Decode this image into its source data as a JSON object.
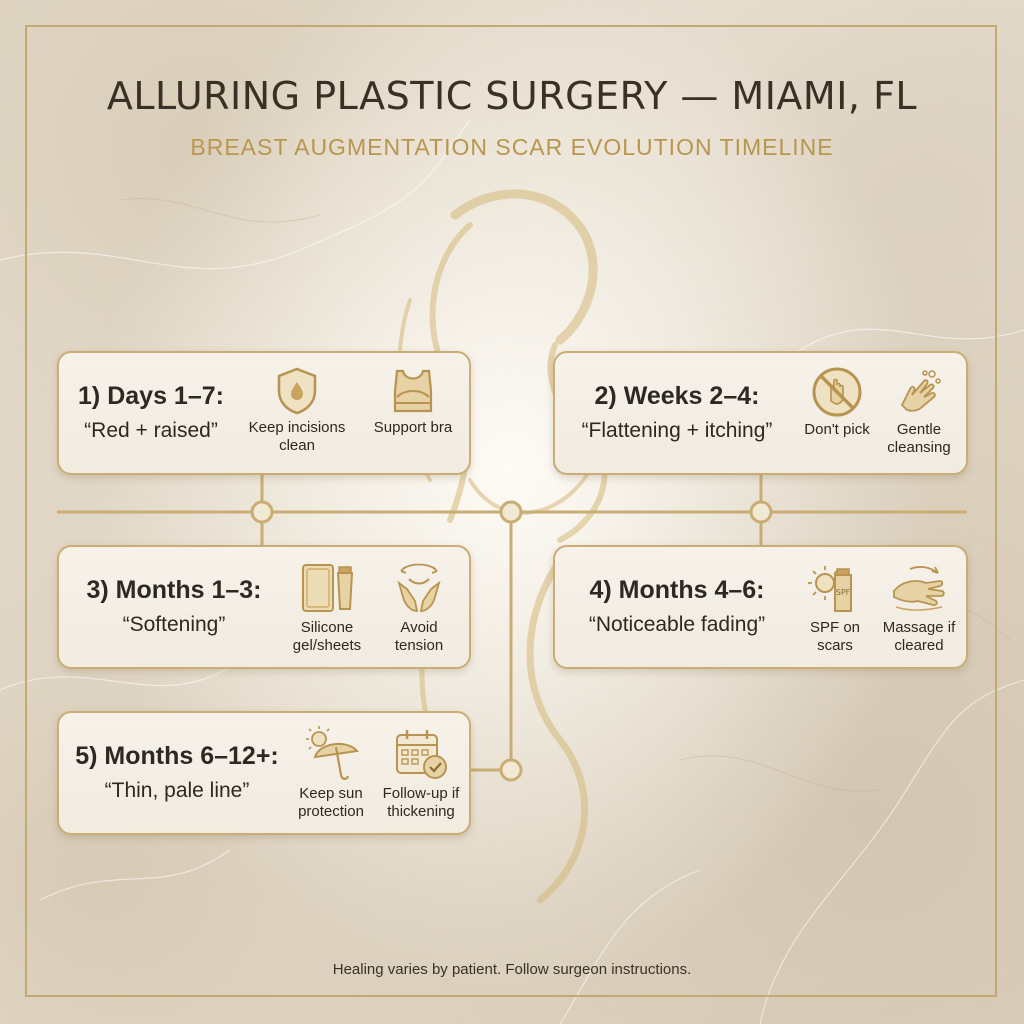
{
  "header": {
    "title": "ALLURING PLASTIC SURGERY — MIAMI, FL",
    "subtitle": "BREAST AUGMENTATION SCAR EVOLUTION TIMELINE"
  },
  "stages": [
    {
      "label": "1) Days 1–7:",
      "description": "“Red + raised”",
      "tips": [
        {
          "icon": "shield-droplet-icon",
          "label": "Keep incisions clean"
        },
        {
          "icon": "sports-bra-icon",
          "label": "Support bra"
        }
      ]
    },
    {
      "label": "2) Weeks 2–4:",
      "description": "“Flattening + itching”",
      "tips": [
        {
          "icon": "no-touch-icon",
          "label": "Don't pick"
        },
        {
          "icon": "washing-hands-icon",
          "label": "Gentle cleansing"
        }
      ]
    },
    {
      "label": "3) Months 1–3:",
      "description": "“Softening”",
      "tips": [
        {
          "icon": "silicone-sheet-icon",
          "label": "Silicone gel/sheets"
        },
        {
          "icon": "hands-tension-icon",
          "label": "Avoid tension"
        }
      ]
    },
    {
      "label": "4) Months 4–6:",
      "description": "“Noticeable fading”",
      "tips": [
        {
          "icon": "sunscreen-icon",
          "label": "SPF on scars"
        },
        {
          "icon": "massage-hands-icon",
          "label": "Massage if cleared"
        }
      ]
    },
    {
      "label": "5) Months 6–12+:",
      "description": "“Thin, pale line”",
      "tips": [
        {
          "icon": "sun-umbrella-icon",
          "label": "Keep sun protection"
        },
        {
          "icon": "calendar-check-icon",
          "label": "Follow-up if thickening"
        }
      ]
    }
  ],
  "footer": {
    "disclaimer": "Healing varies by patient. Follow surgeon instructions."
  },
  "colors": {
    "gold": "#c9ad74",
    "dark_gold": "#b8964e",
    "text": "#2d2822",
    "card_bg": "#f4efe6"
  }
}
